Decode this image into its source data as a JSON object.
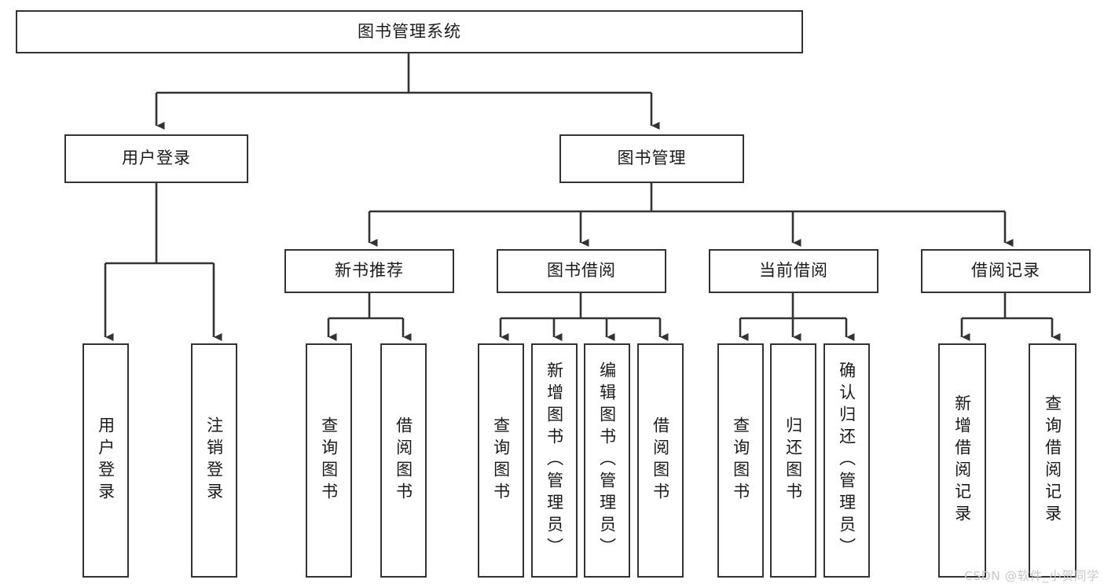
{
  "diagram": {
    "type": "tree",
    "title": "图书管理系统",
    "root": {
      "label": "图书管理系统"
    },
    "level1": [
      {
        "label": "用户登录"
      },
      {
        "label": "图书管理"
      }
    ],
    "level2": [
      {
        "label": "新书推荐"
      },
      {
        "label": "图书借阅"
      },
      {
        "label": "当前借阅"
      },
      {
        "label": "借阅记录"
      }
    ],
    "leaves": {
      "user_login": [
        {
          "label": "用户登录"
        },
        {
          "label": "注销登录"
        }
      ],
      "new_book": [
        {
          "label": "查询图书"
        },
        {
          "label": "借阅图书"
        }
      ],
      "borrow_book": [
        {
          "label": "查询图书"
        },
        {
          "label": "新增图书（管理员）"
        },
        {
          "label": "编辑图书（管理员）"
        },
        {
          "label": "借阅图书"
        }
      ],
      "current_borrow": [
        {
          "label": "查询图书"
        },
        {
          "label": "归还图书"
        },
        {
          "label": "确认归还（管理员）"
        }
      ],
      "borrow_record": [
        {
          "label": "新增借阅记录"
        },
        {
          "label": "查询借阅记录"
        }
      ]
    }
  },
  "watermark": {
    "text": "CSDN @软件_小贺同学"
  },
  "colors": {
    "background": "#ffffff",
    "box_border": "#333333",
    "connector": "#333333",
    "text": "#1a1a1a",
    "watermark": "#c8c8c8"
  }
}
